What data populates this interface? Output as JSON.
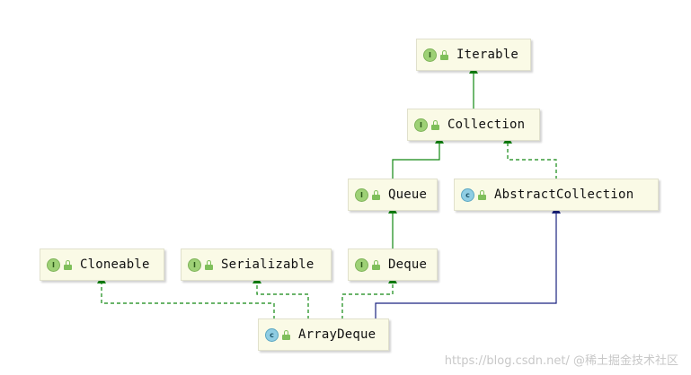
{
  "colors": {
    "extends_edge": "#118811",
    "implements_edge": "#118811",
    "class_extends_edge": "#1a2380",
    "node_fill": "#fafae6"
  },
  "nodes": {
    "iterable": {
      "label": "Iterable",
      "kind": "interface",
      "icon": "interface-icon"
    },
    "collection": {
      "label": "Collection",
      "kind": "interface",
      "icon": "interface-icon"
    },
    "queue": {
      "label": "Queue",
      "kind": "interface",
      "icon": "interface-icon"
    },
    "abstract_collection": {
      "label": "AbstractCollection",
      "kind": "abstract-class",
      "icon": "abstract-class-icon"
    },
    "cloneable": {
      "label": "Cloneable",
      "kind": "interface",
      "icon": "interface-icon"
    },
    "serializable": {
      "label": "Serializable",
      "kind": "interface",
      "icon": "interface-icon"
    },
    "deque": {
      "label": "Deque",
      "kind": "interface",
      "icon": "interface-icon"
    },
    "array_deque": {
      "label": "ArrayDeque",
      "kind": "class",
      "icon": "class-icon"
    }
  },
  "edges": [
    {
      "from": "collection",
      "to": "iterable",
      "style": "solid",
      "color": "green"
    },
    {
      "from": "queue",
      "to": "collection",
      "style": "solid",
      "color": "green"
    },
    {
      "from": "abstract_collection",
      "to": "collection",
      "style": "dashed",
      "color": "green"
    },
    {
      "from": "deque",
      "to": "queue",
      "style": "solid",
      "color": "green"
    },
    {
      "from": "array_deque",
      "to": "cloneable",
      "style": "dashed",
      "color": "green"
    },
    {
      "from": "array_deque",
      "to": "serializable",
      "style": "dashed",
      "color": "green"
    },
    {
      "from": "array_deque",
      "to": "deque",
      "style": "dashed",
      "color": "green"
    },
    {
      "from": "array_deque",
      "to": "abstract_collection",
      "style": "solid",
      "color": "navy"
    }
  ],
  "icon_letters": {
    "interface": "I",
    "class": "c"
  },
  "watermark": {
    "url": "https://blog.csdn.net/",
    "site": "@稀土掘金技术社区"
  }
}
